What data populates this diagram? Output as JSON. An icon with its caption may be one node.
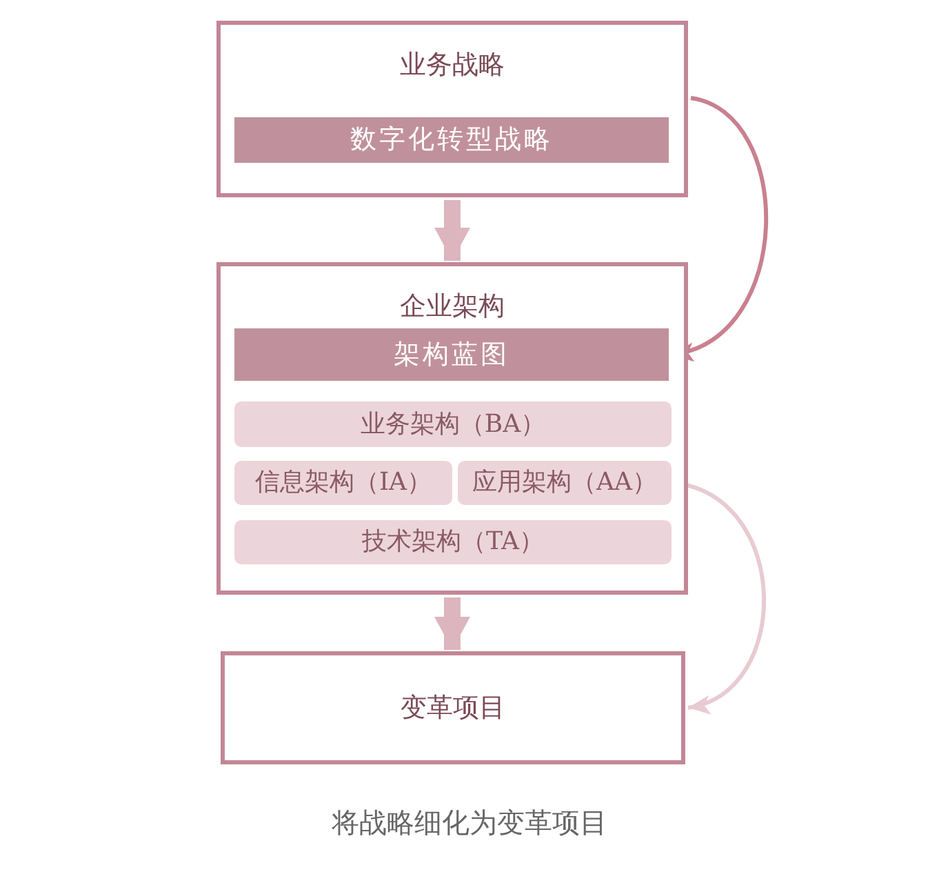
{
  "diagram": {
    "caption": "将战略细化为变革项目",
    "nodes": [
      {
        "text": [
          "业务战略"
        ]
      },
      {
        "text": [
          "数字化转型战略"
        ],
        "in": 0
      },
      {
        "text": [
          "企业架构"
        ]
      },
      {
        "text": [
          "架构蓝图"
        ],
        "in": 2
      },
      {
        "text": [
          "业务架构（BA）"
        ],
        "in": 2
      },
      {
        "text": [
          "信息架构（IA）"
        ],
        "in": 2
      },
      {
        "text": [
          "应用架构（AA）"
        ],
        "in": 2
      },
      {
        "text": [
          "技术架构（TA）"
        ],
        "in": 2
      },
      {
        "text": [
          "变革项目"
        ]
      }
    ],
    "edges": [
      {
        "from": 0,
        "to": 2,
        "arrow": "to",
        "style": "thick",
        "color": "#dcb5be"
      },
      {
        "from": 2,
        "to": 8,
        "arrow": "to",
        "style": "thick",
        "color": "#dcb5be"
      },
      {
        "from": 0,
        "to": 3,
        "arrow": "to"
      },
      {
        "from": 6,
        "to": 8,
        "arrow": "to",
        "color": "#e8cbd2"
      }
    ]
  }
}
